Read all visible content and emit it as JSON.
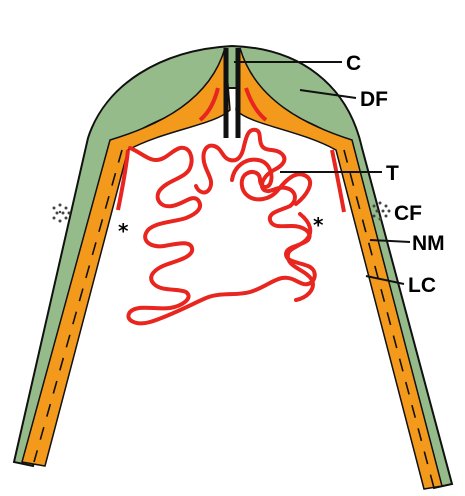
{
  "labels": {
    "c": "C",
    "df": "DF",
    "t": "T",
    "cf": "CF",
    "nm": "NM",
    "lc": "LC"
  },
  "asterisk": "*",
  "colors": {
    "dorsal_fold": "#96bb8a",
    "lamina_cell": "#f39a1d",
    "tubule": "#e8251f",
    "outline": "#111111"
  }
}
